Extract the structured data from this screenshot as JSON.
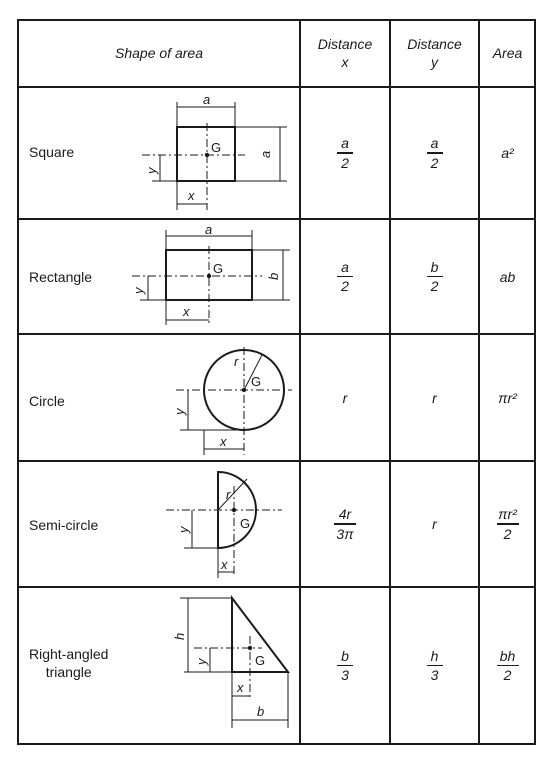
{
  "header": {
    "shape": "Shape of area",
    "dist_x": [
      "Distance",
      "x"
    ],
    "dist_y": [
      "Distance",
      "y"
    ],
    "area": "Area"
  },
  "rows": [
    {
      "name": "Square",
      "x": {
        "num": "a",
        "den": "2"
      },
      "y": {
        "num": "a",
        "den": "2"
      },
      "area": "a²",
      "labels": {
        "top": "a",
        "side": "a",
        "g": "G",
        "ylab": "y",
        "xlab": "x"
      }
    },
    {
      "name": "Rectangle",
      "x": {
        "num": "a",
        "den": "2"
      },
      "y": {
        "num": "b",
        "den": "2"
      },
      "area": "ab",
      "labels": {
        "top": "a",
        "side": "b",
        "g": "G",
        "ylab": "y",
        "xlab": "x"
      }
    },
    {
      "name": "Circle",
      "x": "r",
      "y": "r",
      "area": "πr²",
      "labels": {
        "r": "r",
        "g": "G",
        "ylab": "y",
        "xlab": "x"
      }
    },
    {
      "name": "Semi-circle",
      "x": {
        "num": "4r",
        "den": "3π"
      },
      "y": "r",
      "area": {
        "num": "πr²",
        "den": "2"
      },
      "labels": {
        "r": "r",
        "g": "G",
        "ylab": "y",
        "xlab": "x"
      }
    },
    {
      "name": [
        "Right-angled",
        "triangle"
      ],
      "x": {
        "num": "b",
        "den": "3"
      },
      "y": {
        "num": "h",
        "den": "3"
      },
      "area": {
        "num": "bh",
        "den": "2"
      },
      "labels": {
        "h": "h",
        "g": "G",
        "ylab": "y",
        "xlab": "x",
        "b": "b"
      }
    }
  ]
}
